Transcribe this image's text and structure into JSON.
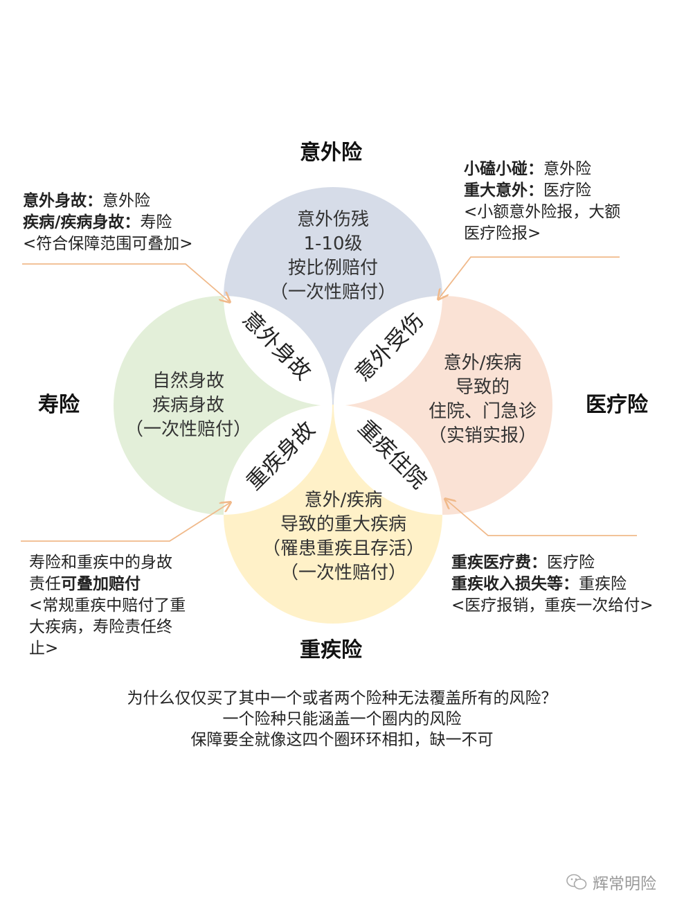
{
  "titles": {
    "accident": "意外险",
    "life": "寿险",
    "medical": "医疗险",
    "critical": "重疾险"
  },
  "circles": {
    "accident": [
      "意外伤残",
      "1-10级",
      "按比例赔付",
      "（一次性赔付）"
    ],
    "life": [
      "自然身故",
      "疾病身故",
      "（一次性赔付）"
    ],
    "medical": [
      "意外/疾病",
      "导致的",
      "住院、门急诊",
      "（实销实报）"
    ],
    "critical": [
      "意外/疾病",
      "导致的重大疾病",
      "（罹患重疾且存活）",
      "（一次性赔付）"
    ]
  },
  "petals": {
    "top_left": "意外身故",
    "top_right": "意外受伤",
    "bottom_left": "重疾身故",
    "bottom_right": "重疾住院"
  },
  "notes": {
    "top_left": {
      "l1_bold": "意外身故：",
      "l1_text": "意外险",
      "l2_bold": "疾病/疾病身故：",
      "l2_text": "寿险",
      "l3_text": "<符合保障范围可叠加>"
    },
    "top_right": {
      "l1_bold": "小磕小碰：",
      "l1_text": "意外险",
      "l2_bold": "重大意外：",
      "l2_text": "医疗险",
      "l3_text": "<小额意外险报，大额",
      "l4_text": "医疗险报>"
    },
    "bottom_left": {
      "l1_text": "寿险和重疾中的身故",
      "l2_text": "责任",
      "l2_bold": "可叠加赔付",
      "l3_text": "<常规重疾中赔付了重",
      "l4_text": "大疾病，寿险责任终",
      "l5_text": "止>"
    },
    "bottom_right": {
      "l1_bold": "重疾医疗费：",
      "l1_text": "医疗险",
      "l2_bold": "重疾收入损失等：",
      "l2_text": "重疾险",
      "l3_text": "<医疗报销，重疾一次给付>"
    }
  },
  "bottom_text": [
    "为什么仅仅买了其中一个或者两个险种无法覆盖所有的风险？",
    "一个险种只能涵盖一个圈内的风险",
    "保障要全就像这四个圈环环相扣，缺一不可"
  ],
  "brand": "辉常明险",
  "colors": {
    "accident_circle": "#d6dce8",
    "life_circle": "#e3efd9",
    "medical_circle": "#fae2d5",
    "critical_circle": "#fff1c8",
    "arrow": "#f0b98a"
  }
}
